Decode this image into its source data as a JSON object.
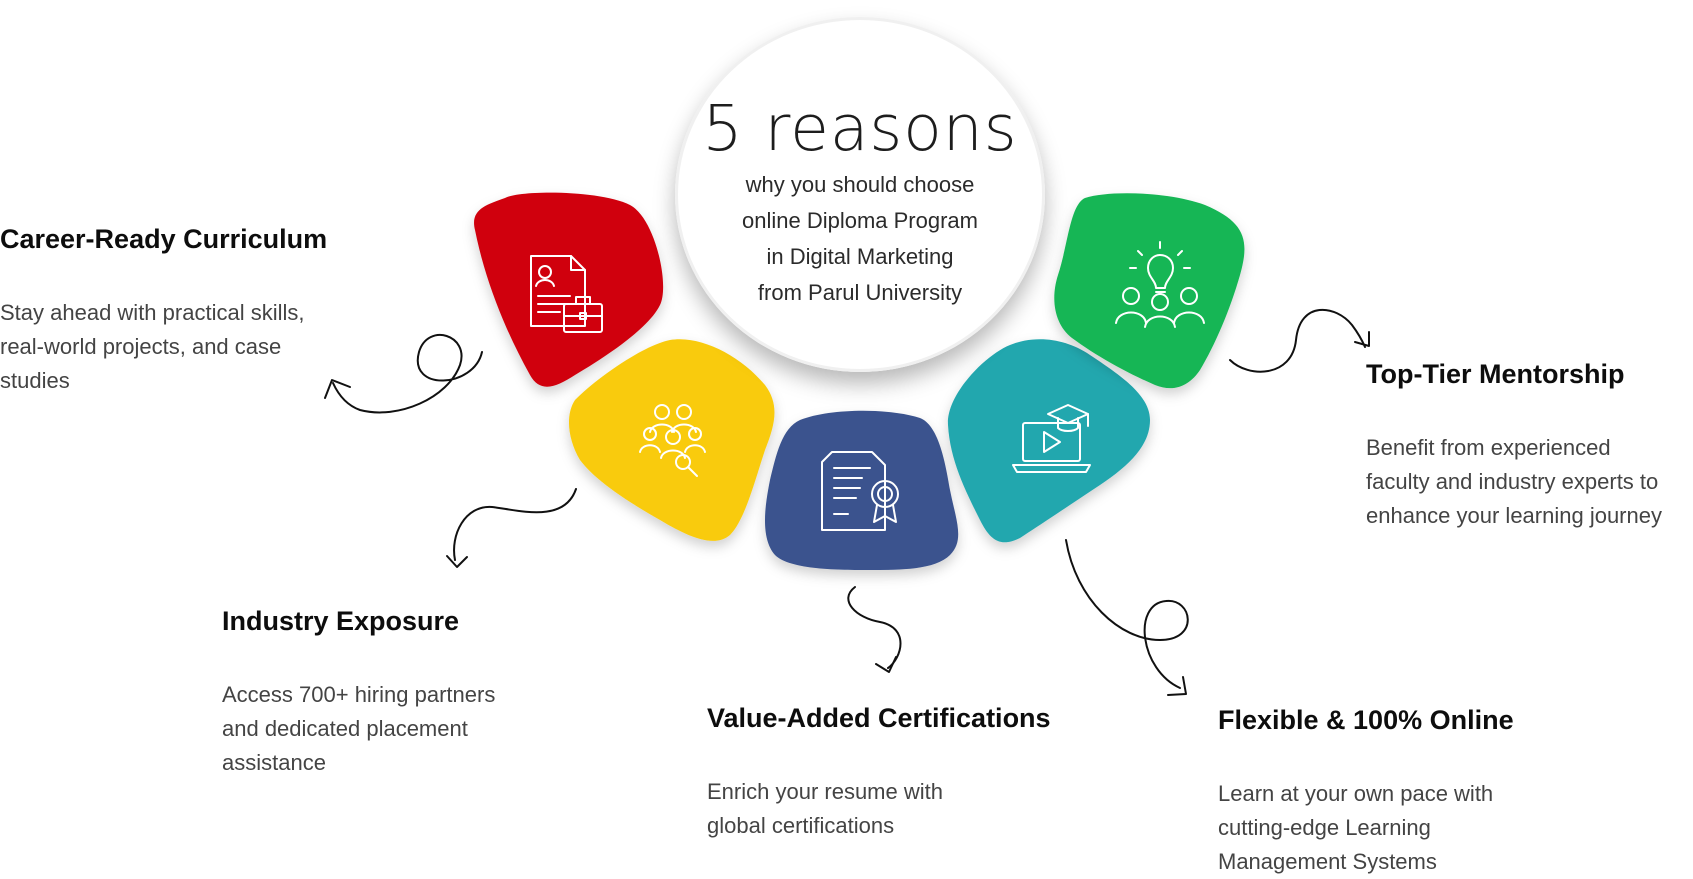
{
  "hub": {
    "title": "5 reasons",
    "lines": [
      "why you should choose",
      "online Diploma Program",
      "in Digital Marketing",
      "from Parul University"
    ]
  },
  "reasons": [
    {
      "title": "Career-Ready Curriculum",
      "lines": [
        "Stay ahead with practical skills,",
        "real-world projects, and case",
        "studies"
      ],
      "color": "#d0060e",
      "icon": "resume-briefcase-icon"
    },
    {
      "title": "Industry Exposure",
      "lines": [
        "Access 700+ hiring partners",
        "and dedicated placement",
        "assistance"
      ],
      "color": "#f9cb0b",
      "icon": "hiring-network-icon"
    },
    {
      "title": "Value-Added Certifications",
      "lines": [
        "Enrich your resume with",
        "global certifications"
      ],
      "color": "#3a538e",
      "icon": "certificate-icon"
    },
    {
      "title": "Flexible & 100% Online",
      "lines": [
        "Learn at your own pace with",
        "cutting-edge Learning",
        "Management Systems"
      ],
      "color": "#21a7ae",
      "icon": "online-learning-icon"
    },
    {
      "title": "Top-Tier Mentorship",
      "lines": [
        "Benefit from experienced",
        "faculty and industry experts to",
        "enhance your learning journey"
      ],
      "color": "#13b654",
      "icon": "mentorship-icon"
    }
  ]
}
